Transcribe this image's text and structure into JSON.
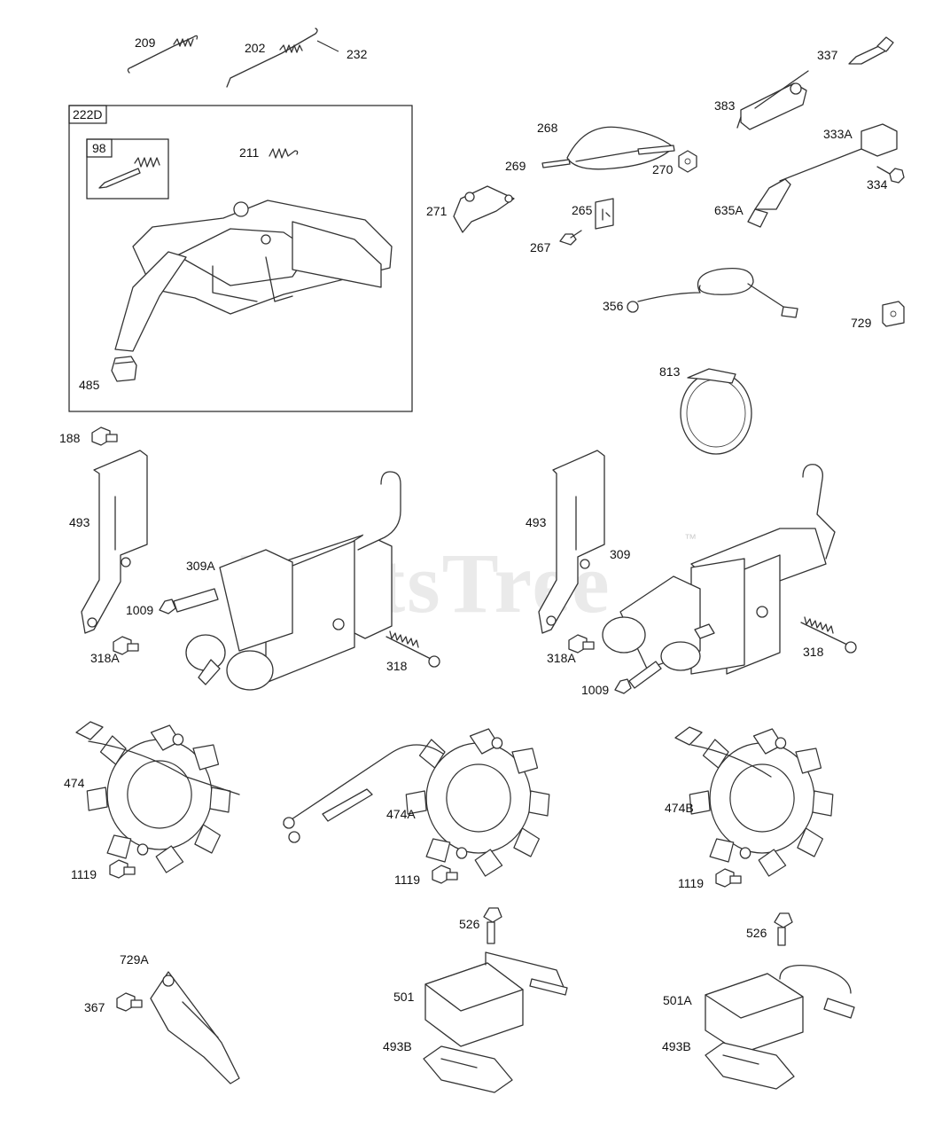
{
  "watermark": {
    "text": "PartsTree",
    "trademark": "™"
  },
  "callouts": {
    "p209": "209",
    "p202": "202",
    "p232": "232",
    "p337": "337",
    "p222D": "222D",
    "p98": "98",
    "p211": "211",
    "p485": "485",
    "p268": "268",
    "p269": "269",
    "p270": "270",
    "p271": "271",
    "p265": "265",
    "p267": "267",
    "p383": "383",
    "p333A": "333A",
    "p334": "334",
    "p635A": "635A",
    "p356": "356",
    "p729": "729",
    "p813": "813",
    "p188": "188",
    "p493_left": "493",
    "p309A": "309A",
    "p1009_left": "1009",
    "p318A_left": "318A",
    "p318_left": "318",
    "p493_right": "493",
    "p309": "309",
    "p318A_right": "318A",
    "p1009_right": "1009",
    "p318_right": "318",
    "p474": "474",
    "p1119_left": "1119",
    "p474A": "474A",
    "p1119_mid": "1119",
    "p474B": "474B",
    "p1119_right": "1119",
    "p526_mid": "526",
    "p501": "501",
    "p493B_mid": "493B",
    "p526_right": "526",
    "p501A": "501A",
    "p493B_right": "493B",
    "p729A": "729A",
    "p367": "367"
  }
}
